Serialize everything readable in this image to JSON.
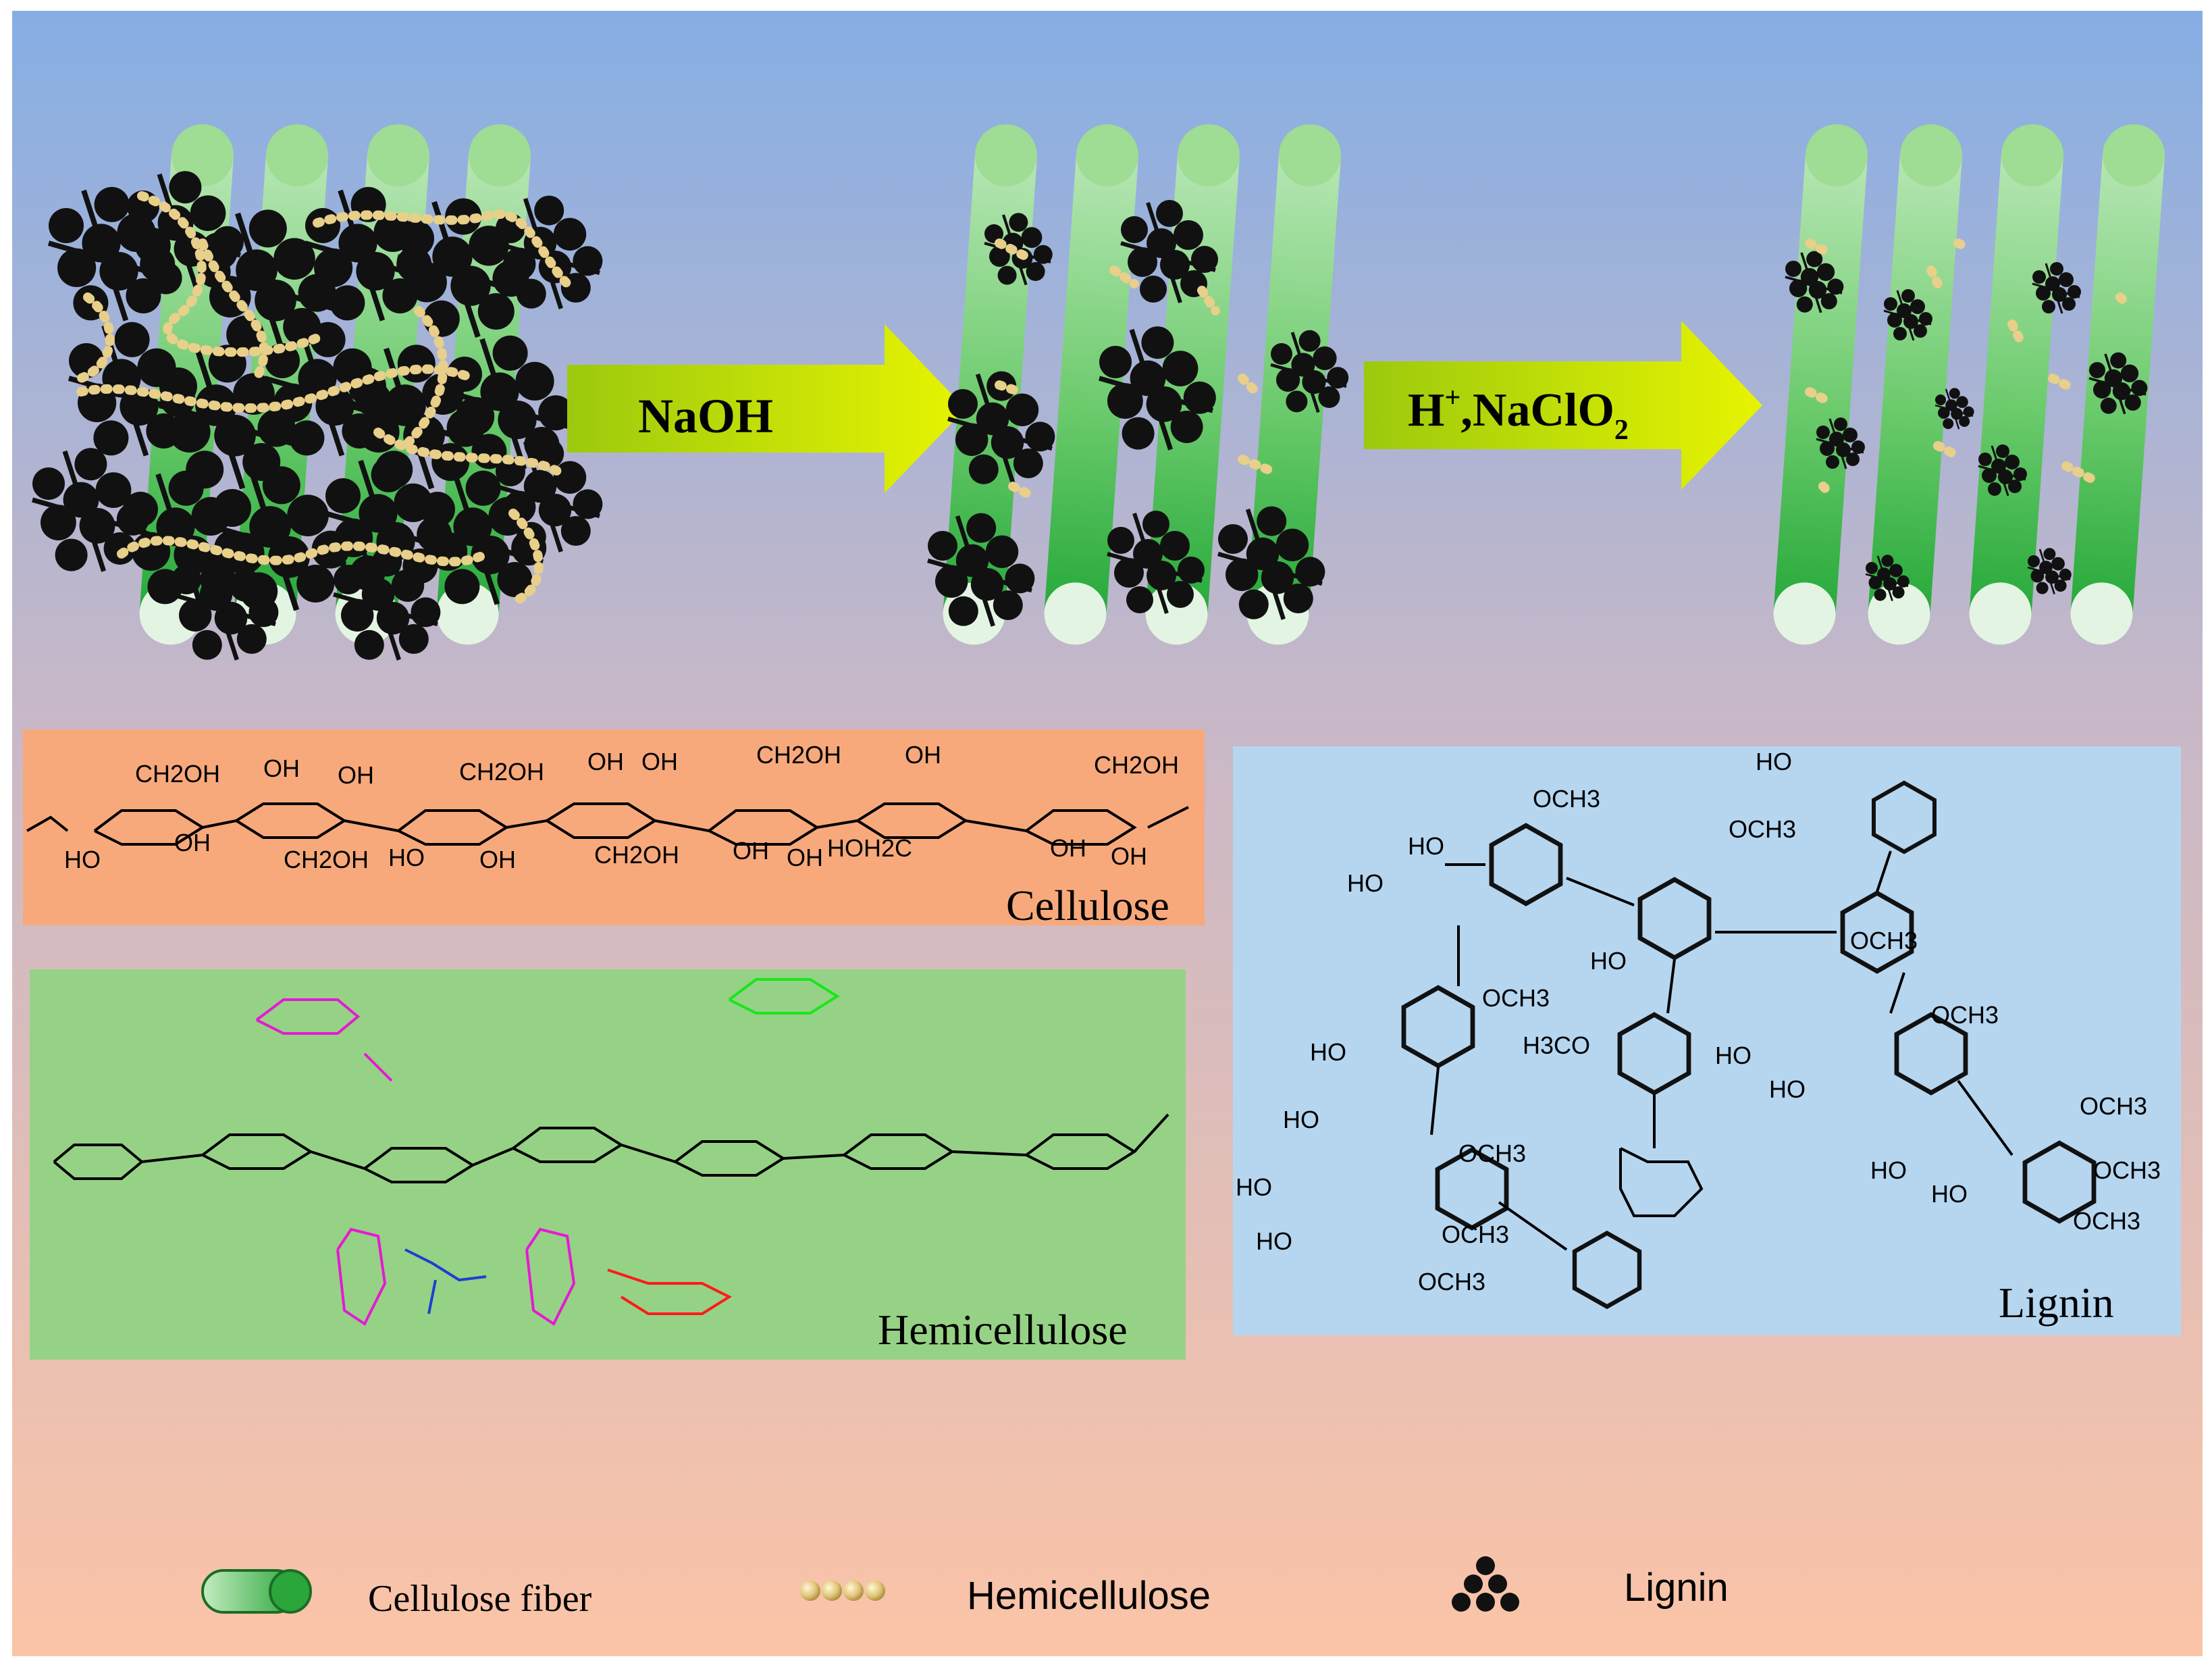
{
  "process": {
    "step1_reagent": "NaOH",
    "step2_reagent": {
      "prefix": "H",
      "sup": "+",
      "mid": ",NaClO",
      "sub": "2"
    }
  },
  "panels": {
    "cellulose": {
      "title": "Cellulose",
      "labels": [
        "CH2OH",
        "OH",
        "OH",
        "CH2OH",
        "OH",
        "OH",
        "CH2OH",
        "OH",
        "CH2OH",
        "HO",
        "OH",
        "CH2OH",
        "HO",
        "OH",
        "CH2OH",
        "OH",
        "OH",
        "HOH2C",
        "OH",
        "OH"
      ],
      "colors": {
        "background": "#f7a97c"
      }
    },
    "hemicellulose": {
      "title": "Hemicellulose",
      "colors": {
        "background": "#96d285",
        "xylan": "#000000",
        "arabinose": "#e619d4",
        "glucose_unit": "#19e61d",
        "acetyl": "#1e3fd1",
        "galactose": "#ff1a1a"
      }
    },
    "lignin": {
      "title": "Lignin",
      "labels": [
        "HO",
        "OCH3",
        "HO",
        "HO",
        "OCH3",
        "OCH3",
        "HO",
        "OCH3",
        "H3CO",
        "HO",
        "HO",
        "HO",
        "OCH3",
        "HO",
        "OCH3",
        "OCH3",
        "OCH3",
        "HO",
        "HO",
        "OCH3",
        "OCH3",
        "HO",
        "HO",
        "OCH3"
      ],
      "colors": {
        "background": "#b6d6f0"
      }
    }
  },
  "legend": {
    "fiber_label": "Cellulose fiber",
    "hemicellulose_label": "Hemicellulose",
    "lignin_label": "Lignin"
  },
  "colors": {
    "bg_top": "#86aee4",
    "bg_mid": "#c7b8c8",
    "bg_bottom": "#fbc4a7",
    "fiber_dark": "#27a83a",
    "fiber_light": "#b7e6b4",
    "arrow": "#9ccc08"
  }
}
